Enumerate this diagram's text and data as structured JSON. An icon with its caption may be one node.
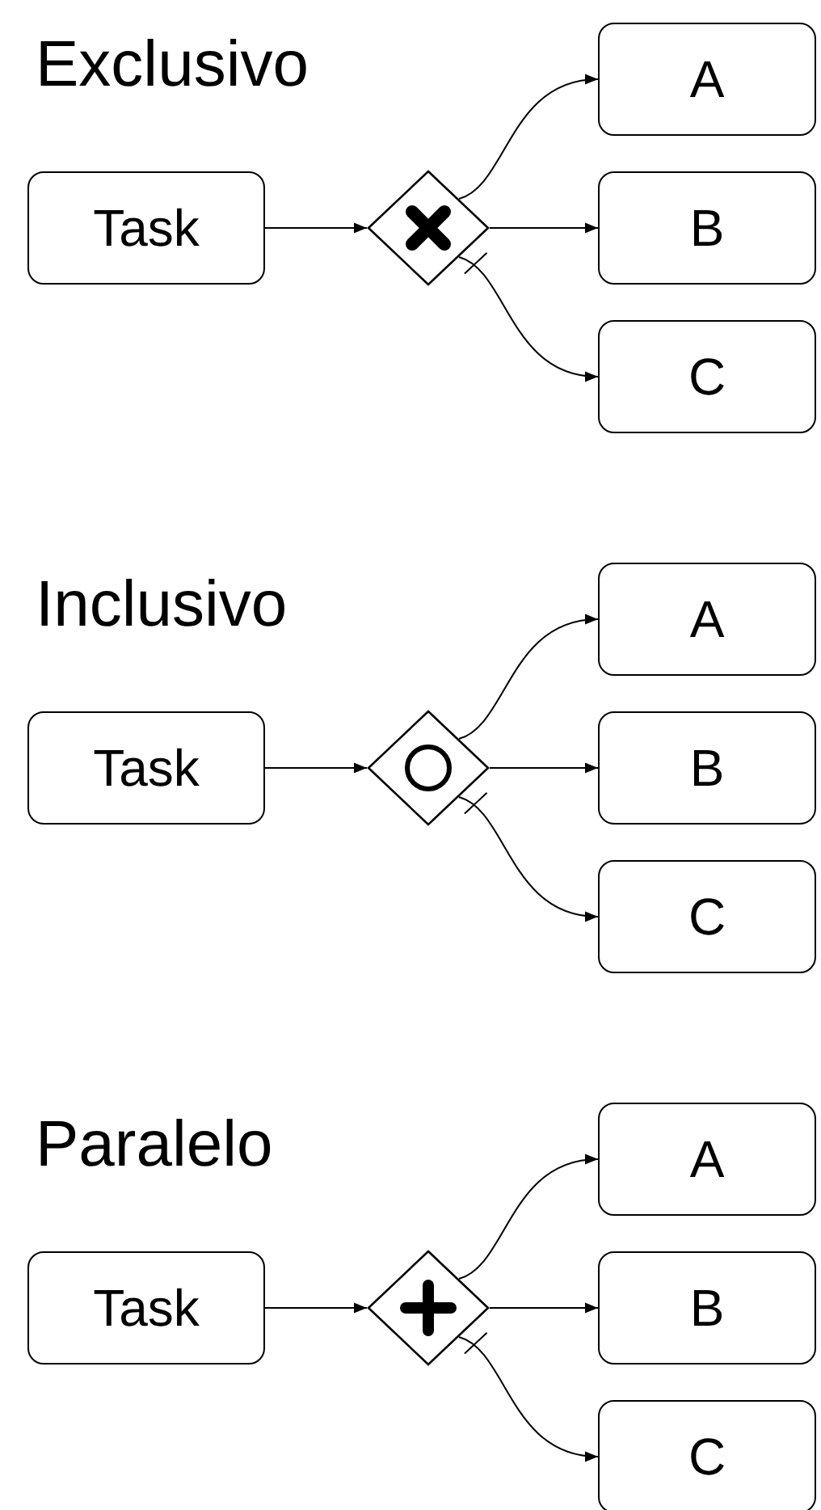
{
  "diagram": {
    "nodes": [
      {
        "text": [
          "Task"
        ]
      },
      {
        "text": [],
        "shape": "diamond"
      },
      {
        "text": [
          "A"
        ]
      },
      {
        "text": [
          "B"
        ]
      },
      {
        "text": [
          "C"
        ]
      },
      {
        "text": [
          "Task"
        ]
      },
      {
        "text": [],
        "shape": "diamond"
      },
      {
        "text": [
          "A"
        ]
      },
      {
        "text": [
          "B"
        ]
      },
      {
        "text": [
          "C"
        ]
      },
      {
        "text": [
          "Task"
        ]
      },
      {
        "text": [],
        "shape": "diamond"
      },
      {
        "text": [
          "A"
        ]
      },
      {
        "text": [
          "B"
        ]
      },
      {
        "text": [
          "C"
        ]
      }
    ],
    "edges": [
      {
        "from": 0,
        "to": 1,
        "arrow": "to"
      },
      {
        "from": 1,
        "to": 2,
        "arrow": "to"
      },
      {
        "from": 1,
        "to": 3,
        "arrow": "to"
      },
      {
        "from": 1,
        "to": 4,
        "arrow": "to"
      },
      {
        "from": 5,
        "to": 6,
        "arrow": "to"
      },
      {
        "from": 6,
        "to": 7,
        "arrow": "to"
      },
      {
        "from": 6,
        "to": 8,
        "arrow": "to"
      },
      {
        "from": 6,
        "to": 9,
        "arrow": "to"
      },
      {
        "from": 10,
        "to": 11,
        "arrow": "to"
      },
      {
        "from": 11,
        "to": 12,
        "arrow": "to"
      },
      {
        "from": 11,
        "to": 13,
        "arrow": "to"
      },
      {
        "from": 11,
        "to": 14,
        "arrow": "to"
      }
    ],
    "labels": [
      "Exclusivo",
      "Inclusivo",
      "Paralelo"
    ]
  }
}
